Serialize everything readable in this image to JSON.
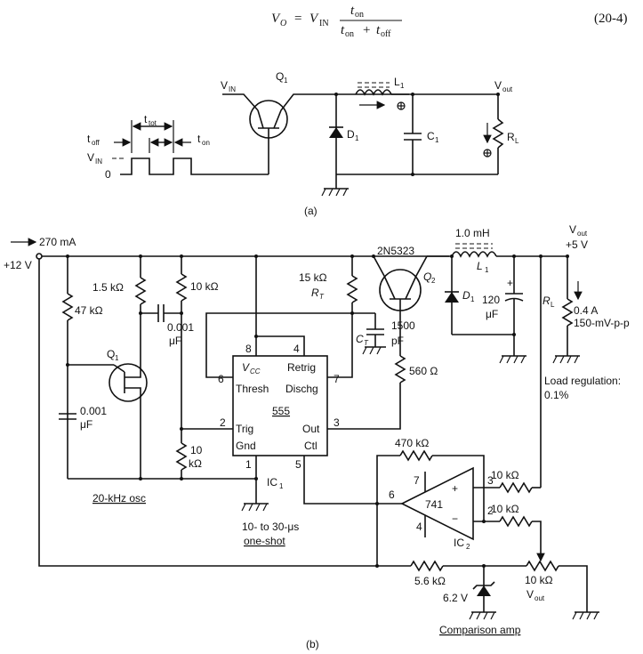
{
  "equation": {
    "lhs": "V",
    "lhs_sub": "O",
    "eq": "=",
    "vin": "V",
    "vin_sub": "IN",
    "num": "t",
    "num_sub": "on",
    "den_a": "t",
    "den_a_sub": "on",
    "plus": "+",
    "den_b": "t",
    "den_b_sub": "off",
    "number": "(20-4)"
  },
  "diagram_a": {
    "vin": "V",
    "vin_sub": "IN",
    "q1": "Q",
    "q1_sub": "1",
    "l1": "L",
    "l1_sub": "1",
    "d1": "D",
    "d1_sub": "1",
    "c1": "C",
    "c1_sub": "1",
    "rl": "R",
    "rl_sub": "L",
    "vout": "V",
    "vout_sub": "out",
    "ttot": "t",
    "ttot_sub": "tot",
    "toff": "t",
    "toff_sub": "off",
    "ton": "t",
    "ton_sub": "on",
    "wave_vin": "V",
    "wave_vin_sub": "IN",
    "zero": "0",
    "caption": "(a)"
  },
  "diagram_b": {
    "current": "270 mA",
    "supply": "+12 V",
    "r_1k5": "1.5 kΩ",
    "r_10k_top": "10 kΩ",
    "r_47k": "47 kΩ",
    "c_001a": "0.001",
    "c_001a_unit": "μF",
    "q1": "Q",
    "q1_sub": "1",
    "c_001b": "0.001",
    "c_001b_unit": "μF",
    "r_10k_bot": "10",
    "r_10k_bot_unit": "kΩ",
    "osc": "20-kHz osc",
    "pin8": "8",
    "pin4": "4",
    "pin6": "6",
    "pin7": "7",
    "pin2": "2",
    "pin3": "3",
    "pin1": "1",
    "pin5": "5",
    "vcc": "V",
    "vcc_sub": "CC",
    "retrig": "Retrig",
    "thresh": "Thresh",
    "dischg": "Dischg",
    "chip": "555",
    "trig": "Trig",
    "out": "Out",
    "gnd": "Gnd",
    "ctl": "Ctl",
    "ic1": "IC",
    "ic1_sub": "1",
    "oneshot1": "10- to 30-μs",
    "oneshot2": "one-shot",
    "r_15k": "15 kΩ",
    "rt": "R",
    "rt_sub": "T",
    "q2_part": "2N5323",
    "q2": "Q",
    "q2_sub": "2",
    "ct": "C",
    "ct_sub": "T",
    "c_1500": "1500",
    "c_1500_unit": "pF",
    "r_560": "560 Ω",
    "inductor": "1.0 mH",
    "l1": "L",
    "l1_sub": "1",
    "d1": "D",
    "d1_sub": "1",
    "c_120": "120",
    "c_120_unit": "μF",
    "c_plus": "+",
    "rl": "R",
    "rl_sub": "L",
    "vout": "V",
    "vout_sub": "out",
    "vout_val": "+5 V",
    "load_i": "0.4 A",
    "ripple": "150-mV-p-p",
    "reg1": "Load regulation:",
    "reg2": "0.1%",
    "r_470k": "470 kΩ",
    "op_pin7": "7",
    "op_pin6": "6",
    "op_pin4": "4",
    "op_pin3": "3",
    "op_pin2": "2",
    "op": "741",
    "op_plus": "+",
    "op_minus": "−",
    "ic2": "IC",
    "ic2_sub": "2",
    "r_10k_a": "10 kΩ",
    "r_10k_b": "10 kΩ",
    "r_5k6": "5.6 kΩ",
    "zener": "6.2 V",
    "pot": "10 kΩ",
    "pot_v": "V",
    "pot_v_sub": "out",
    "comp": "Comparison amp",
    "caption": "(b)"
  }
}
